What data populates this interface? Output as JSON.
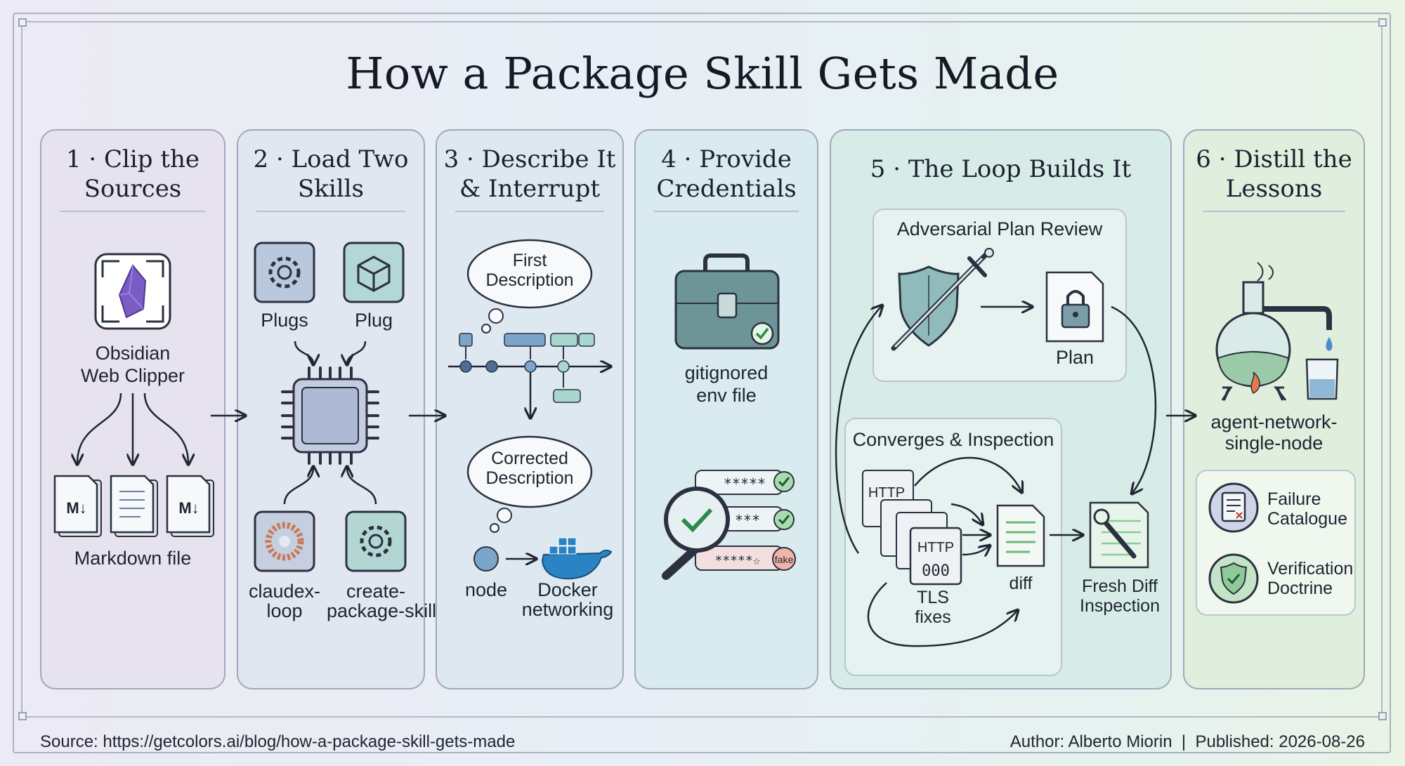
{
  "title": "How a Package Skill Gets Made",
  "panels": [
    {
      "title_l1": "1 · Clip the",
      "title_l2": "Sources"
    },
    {
      "title_l1": "2 · Load Two",
      "title_l2": "Skills"
    },
    {
      "title_l1": "3 · Describe It",
      "title_l2": "& Interrupt"
    },
    {
      "title_l1": "4 · Provide",
      "title_l2": "Credentials"
    },
    {
      "title_l1": "5 · The Loop Builds It",
      "title_l2": ""
    },
    {
      "title_l1": "6 · Distill the",
      "title_l2": "Lessons"
    }
  ],
  "step1": {
    "clipper_l1": "Obsidian",
    "clipper_l2": "Web Clipper",
    "md_badge": "M↓",
    "output": "Markdown file"
  },
  "step2": {
    "top_left": "Plugs",
    "top_right": "Plug",
    "bottom_left_l1": "claudex-",
    "bottom_left_l2": "loop",
    "bottom_right_l1": "create-",
    "bottom_right_l2": "package-skill"
  },
  "step3": {
    "bubble1_l1": "First",
    "bubble1_l2": "Description",
    "bubble2_l1": "Corrected",
    "bubble2_l2": "Description",
    "node": "node",
    "docker_l1": "Docker",
    "docker_l2": "networking"
  },
  "step4": {
    "env_l1": "gitignored",
    "env_l2": "env file",
    "secret_rows": [
      "*****",
      "***",
      "*****☆"
    ],
    "fake_tag": "fake"
  },
  "step5": {
    "review_title": "Adversarial Plan Review",
    "plan": "Plan",
    "converge_title": "Converges & Inspection",
    "http": "HTTP",
    "http_code": "000",
    "tls_l1": "TLS",
    "tls_l2": "fixes",
    "diff": "diff",
    "fresh_l1": "Fresh Diff",
    "fresh_l2": "Inspection"
  },
  "step6": {
    "output_l1": "agent-network-",
    "output_l2": "single-node",
    "lesson1_l1": "Failure",
    "lesson1_l2": "Catalogue",
    "lesson2_l1": "Verification",
    "lesson2_l2": "Doctrine"
  },
  "footer": {
    "source": "Source: https://getcolors.ai/blog/how-a-package-skill-gets-made",
    "author": "Author: Alberto Miorin  |  Published: 2026-08-26"
  },
  "colors": {
    "panel1": "#e6e3ef",
    "panel2": "#e1e6f0",
    "panel3": "#dde8f0",
    "panel4": "#d9ebee",
    "panel5": "#d8ece7",
    "panel6": "#dfeedd",
    "teal": "#8fb9b9",
    "green_check": "#5fae7a",
    "purple": "#7b5cc4"
  }
}
